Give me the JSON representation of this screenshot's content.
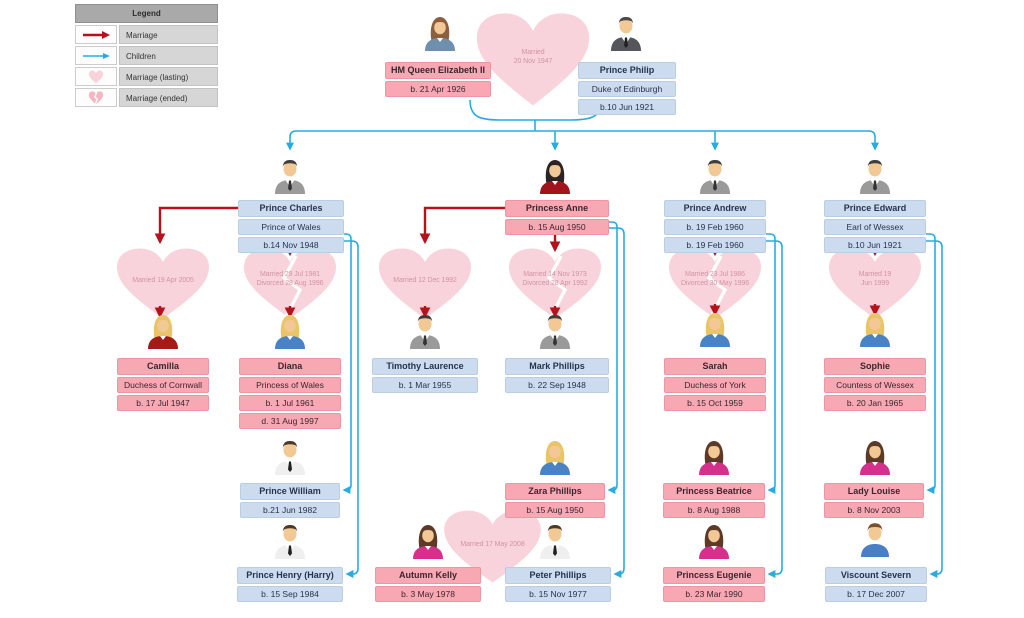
{
  "legend": {
    "title": "Legend",
    "items": [
      {
        "icon": "marriage-arrow-icon",
        "label": "Marriage"
      },
      {
        "icon": "children-arrow-icon",
        "label": "Children"
      },
      {
        "icon": "heart-lasting-icon",
        "label": "Marriage (lasting)"
      },
      {
        "icon": "heart-ended-icon",
        "label": "Marriage (ended)"
      }
    ]
  },
  "colors": {
    "marriage_red": "#b5121b",
    "children_blue": "#29abe2",
    "heart_fill": "#f9d3db",
    "female_box": "#f8a8b2",
    "male_box": "#cddbee"
  },
  "people": {
    "queen": {
      "icon": "female-avatar-icon",
      "rows": [
        "HM Queen Elizabeth II",
        "b. 21 Apr 1926"
      ]
    },
    "philip": {
      "icon": "male-avatar-icon",
      "rows": [
        "Prince Philip",
        "Duke of Edinburgh",
        "b.10 Jun 1921"
      ]
    },
    "charles": {
      "icon": "male-avatar-icon",
      "rows": [
        "Prince Charles",
        "Prince of Wales",
        "b.14 Nov 1948"
      ]
    },
    "anne": {
      "icon": "female-avatar-icon",
      "rows": [
        "Princess Anne",
        "b. 15 Aug 1950"
      ]
    },
    "andrew": {
      "icon": "male-avatar-icon",
      "rows": [
        "Prince Andrew",
        "b. 19 Feb 1960",
        "b. 19 Feb 1960"
      ]
    },
    "edward": {
      "icon": "male-avatar-icon",
      "rows": [
        "Prince Edward",
        "Earl of Wessex",
        "b.10 Jun 1921"
      ]
    },
    "camilla": {
      "icon": "female-avatar-icon",
      "rows": [
        "Camilla",
        "Duchess of Cornwall",
        "b. 17 Jul 1947"
      ]
    },
    "diana": {
      "icon": "female-avatar-icon",
      "rows": [
        "Diana",
        "Princess of Wales",
        "b. 1 Jul 1961",
        "d. 31 Aug 1997"
      ]
    },
    "timothy": {
      "icon": "male-avatar-icon",
      "rows": [
        "Timothy Laurence",
        "b. 1 Mar 1955"
      ]
    },
    "mark": {
      "icon": "male-avatar-icon",
      "rows": [
        "Mark Phillips",
        "b. 22 Sep 1948"
      ]
    },
    "sarah": {
      "icon": "female-avatar-icon",
      "rows": [
        "Sarah",
        "Duchess of York",
        "b. 15 Oct 1959"
      ]
    },
    "sophie": {
      "icon": "female-avatar-icon",
      "rows": [
        "Sophie",
        "Countess of Wessex",
        "b. 20 Jan 1965"
      ]
    },
    "william": {
      "icon": "male-avatar-icon",
      "rows": [
        "Prince William",
        "b.21 Jun 1982"
      ]
    },
    "harry": {
      "icon": "male-avatar-icon",
      "rows": [
        "Prince Henry (Harry)",
        "b. 15 Sep 1984"
      ]
    },
    "zara": {
      "icon": "female-avatar-icon",
      "rows": [
        "Zara Phillips",
        "b. 15 Aug 1950"
      ]
    },
    "peter": {
      "icon": "male-avatar-icon",
      "rows": [
        "Peter Phillips",
        "b. 15 Nov 1977"
      ]
    },
    "autumn": {
      "icon": "female-avatar-icon",
      "rows": [
        "Autumn Kelly",
        "b. 3 May 1978"
      ]
    },
    "beatrice": {
      "icon": "female-avatar-icon",
      "rows": [
        "Princess Beatrice",
        "b. 8 Aug 1988"
      ]
    },
    "eugenie": {
      "icon": "female-avatar-icon",
      "rows": [
        "Princess Eugenie",
        "b. 23 Mar 1990"
      ]
    },
    "louise": {
      "icon": "female-avatar-icon",
      "rows": [
        "Lady Louise",
        "b. 8 Nov 2003"
      ]
    },
    "severn": {
      "icon": "boy-avatar-icon",
      "rows": [
        "Viscount Severn",
        "b. 17 Dec 2007"
      ]
    }
  },
  "marriages": {
    "queen_philip": {
      "status": "lasting",
      "lines": [
        "Married",
        "20 Nov 1947"
      ]
    },
    "charles_camilla": {
      "status": "lasting",
      "lines": [
        "Married 19 Apr 2005"
      ]
    },
    "charles_diana": {
      "status": "ended",
      "lines": [
        "Married 29 Jul 1981",
        "Divorced 28 Aug 1996"
      ]
    },
    "anne_timothy": {
      "status": "lasting",
      "lines": [
        "Married 12 Dec 1992"
      ]
    },
    "anne_mark": {
      "status": "ended",
      "lines": [
        "Married 14 Nov 1973",
        "Divorced 28 Apr 1992"
      ]
    },
    "andrew_sarah": {
      "status": "ended",
      "lines": [
        "Married 23 Jul 1986",
        "Divorced 30 May 1996"
      ]
    },
    "edward_sophie": {
      "status": "lasting",
      "lines": [
        "Married 19",
        "Jun 1999"
      ]
    },
    "peter_autumn": {
      "status": "lasting",
      "lines": [
        "Married 17 May 2008"
      ]
    }
  }
}
